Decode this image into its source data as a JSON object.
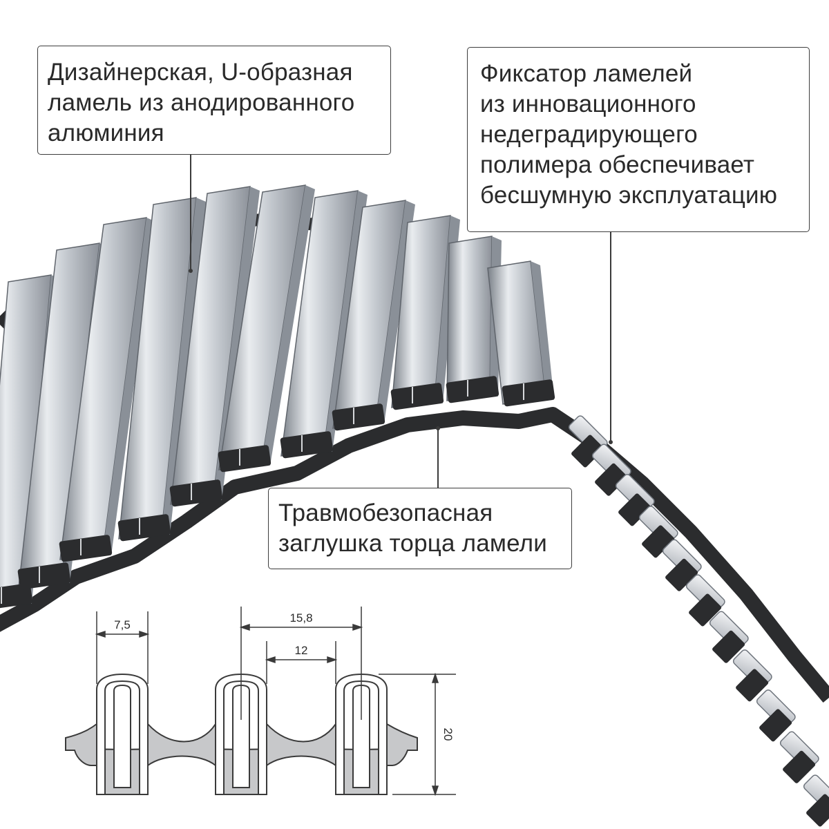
{
  "callouts": {
    "lamel": {
      "lines": [
        "Дизайнерская, U-образная",
        "ламель из анодированного",
        "алюминия"
      ]
    },
    "fixator": {
      "lines": [
        "Фиксатор ламелей",
        "из инновационного",
        "недеградирующего",
        "полимера обеспечивает",
        "бесшумную эксплуатацию"
      ]
    },
    "cap": {
      "lines": [
        "Травмобезопасная",
        "заглушка торца ламели"
      ]
    }
  },
  "dimensions": {
    "width_slat": "7,5",
    "pitch": "15,8",
    "gap": "12",
    "height": "20"
  },
  "colors": {
    "aluminum_light": "#eef0f3",
    "aluminum_mid": "#b9bec5",
    "aluminum_dark": "#6f757d",
    "polymer": "#2b2c2e",
    "line": "#3a3a3a"
  }
}
